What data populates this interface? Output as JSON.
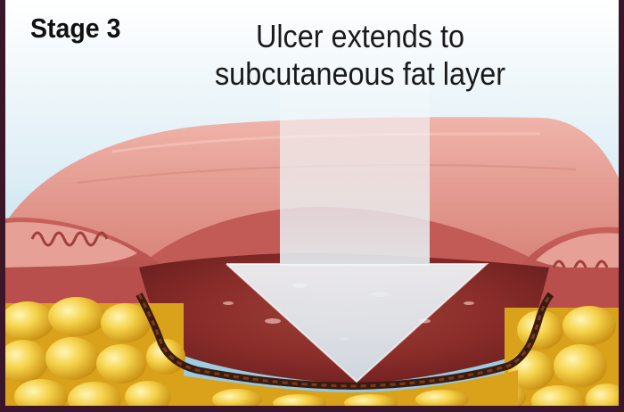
{
  "stage_label": "Stage 3",
  "caption": {
    "line1": "Ulcer extends to",
    "line2": "subcutaneous fat layer"
  },
  "colors": {
    "frame_border": "#3a1628",
    "sky": "#9ccbe0",
    "skin": "#e1928b",
    "dermis": "#b84f4c",
    "wound_bed": "#8e2f2c",
    "wound_edge": "#3b1b0f",
    "fat": "#eec02e",
    "arrow": "#e8f2f6"
  },
  "icons": {
    "arrow": "down-arrow-icon"
  }
}
